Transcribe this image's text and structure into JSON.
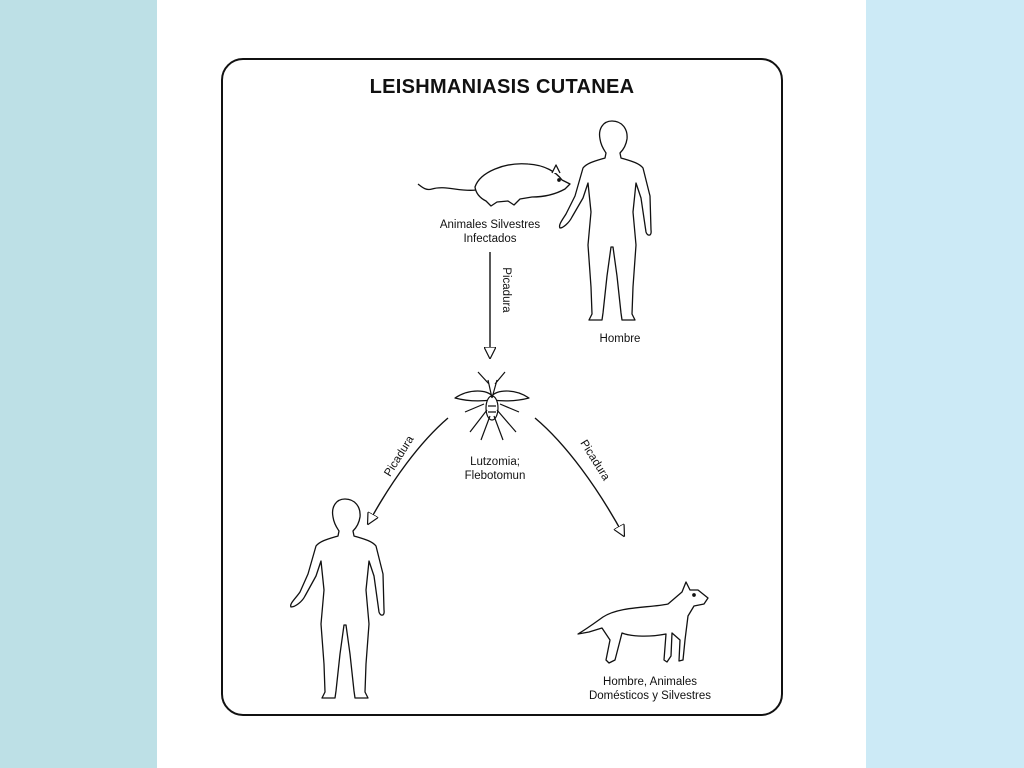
{
  "colors": {
    "left_panel": "#bde0e6",
    "right_panel": "#cceaf6",
    "ink": "#111111"
  },
  "diagram": {
    "title": "LEISHMANIASIS CUTANEA",
    "nodes": {
      "reservoir": {
        "line1": "Animales Silvestres",
        "line2": "Infectados"
      },
      "human_top": {
        "label": "Hombre"
      },
      "vector": {
        "line1": "Lutzomia;",
        "line2": "Flebotomun"
      },
      "hosts": {
        "line1": "Hombre, Animales",
        "line2": "Domésticos y Silvestres"
      }
    },
    "edges": {
      "reservoir_to_vector": "Picadura",
      "vector_to_human": "Picadura",
      "vector_to_animals": "Picadura"
    }
  }
}
